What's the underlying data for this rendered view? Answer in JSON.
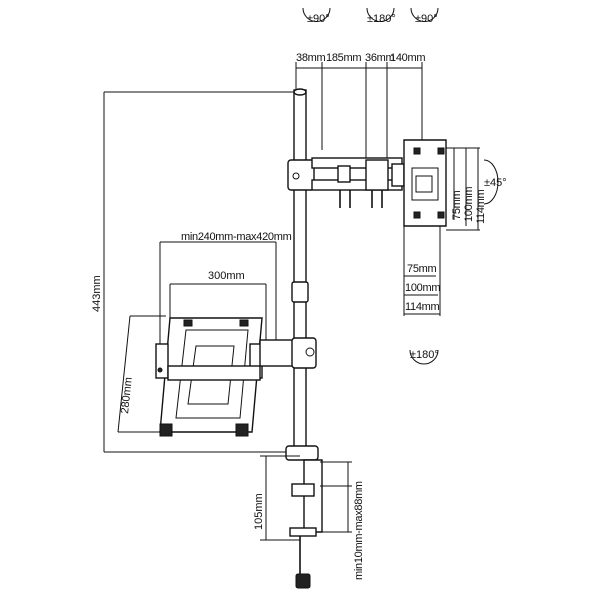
{
  "rotation": {
    "top_left": "±90°",
    "top_mid": "±180°",
    "top_right": "±90°",
    "side_tilt": "±45°",
    "bottom": "±180°"
  },
  "top_dims": {
    "d38": "38mm",
    "d185": "185mm",
    "d36": "36mm",
    "d140": "140mm"
  },
  "vesa": {
    "h75": "75mm",
    "h100": "100mm",
    "h114": "114mm",
    "v75": "75mm",
    "v100": "100mm",
    "v114": "114mm"
  },
  "tray": {
    "width_range": "min240mm-max420mm",
    "width": "300mm",
    "depth": "280mm"
  },
  "pole": {
    "height": "443mm",
    "clamp_depth": "105mm",
    "desk_thickness": "min10mm-max88mm"
  }
}
